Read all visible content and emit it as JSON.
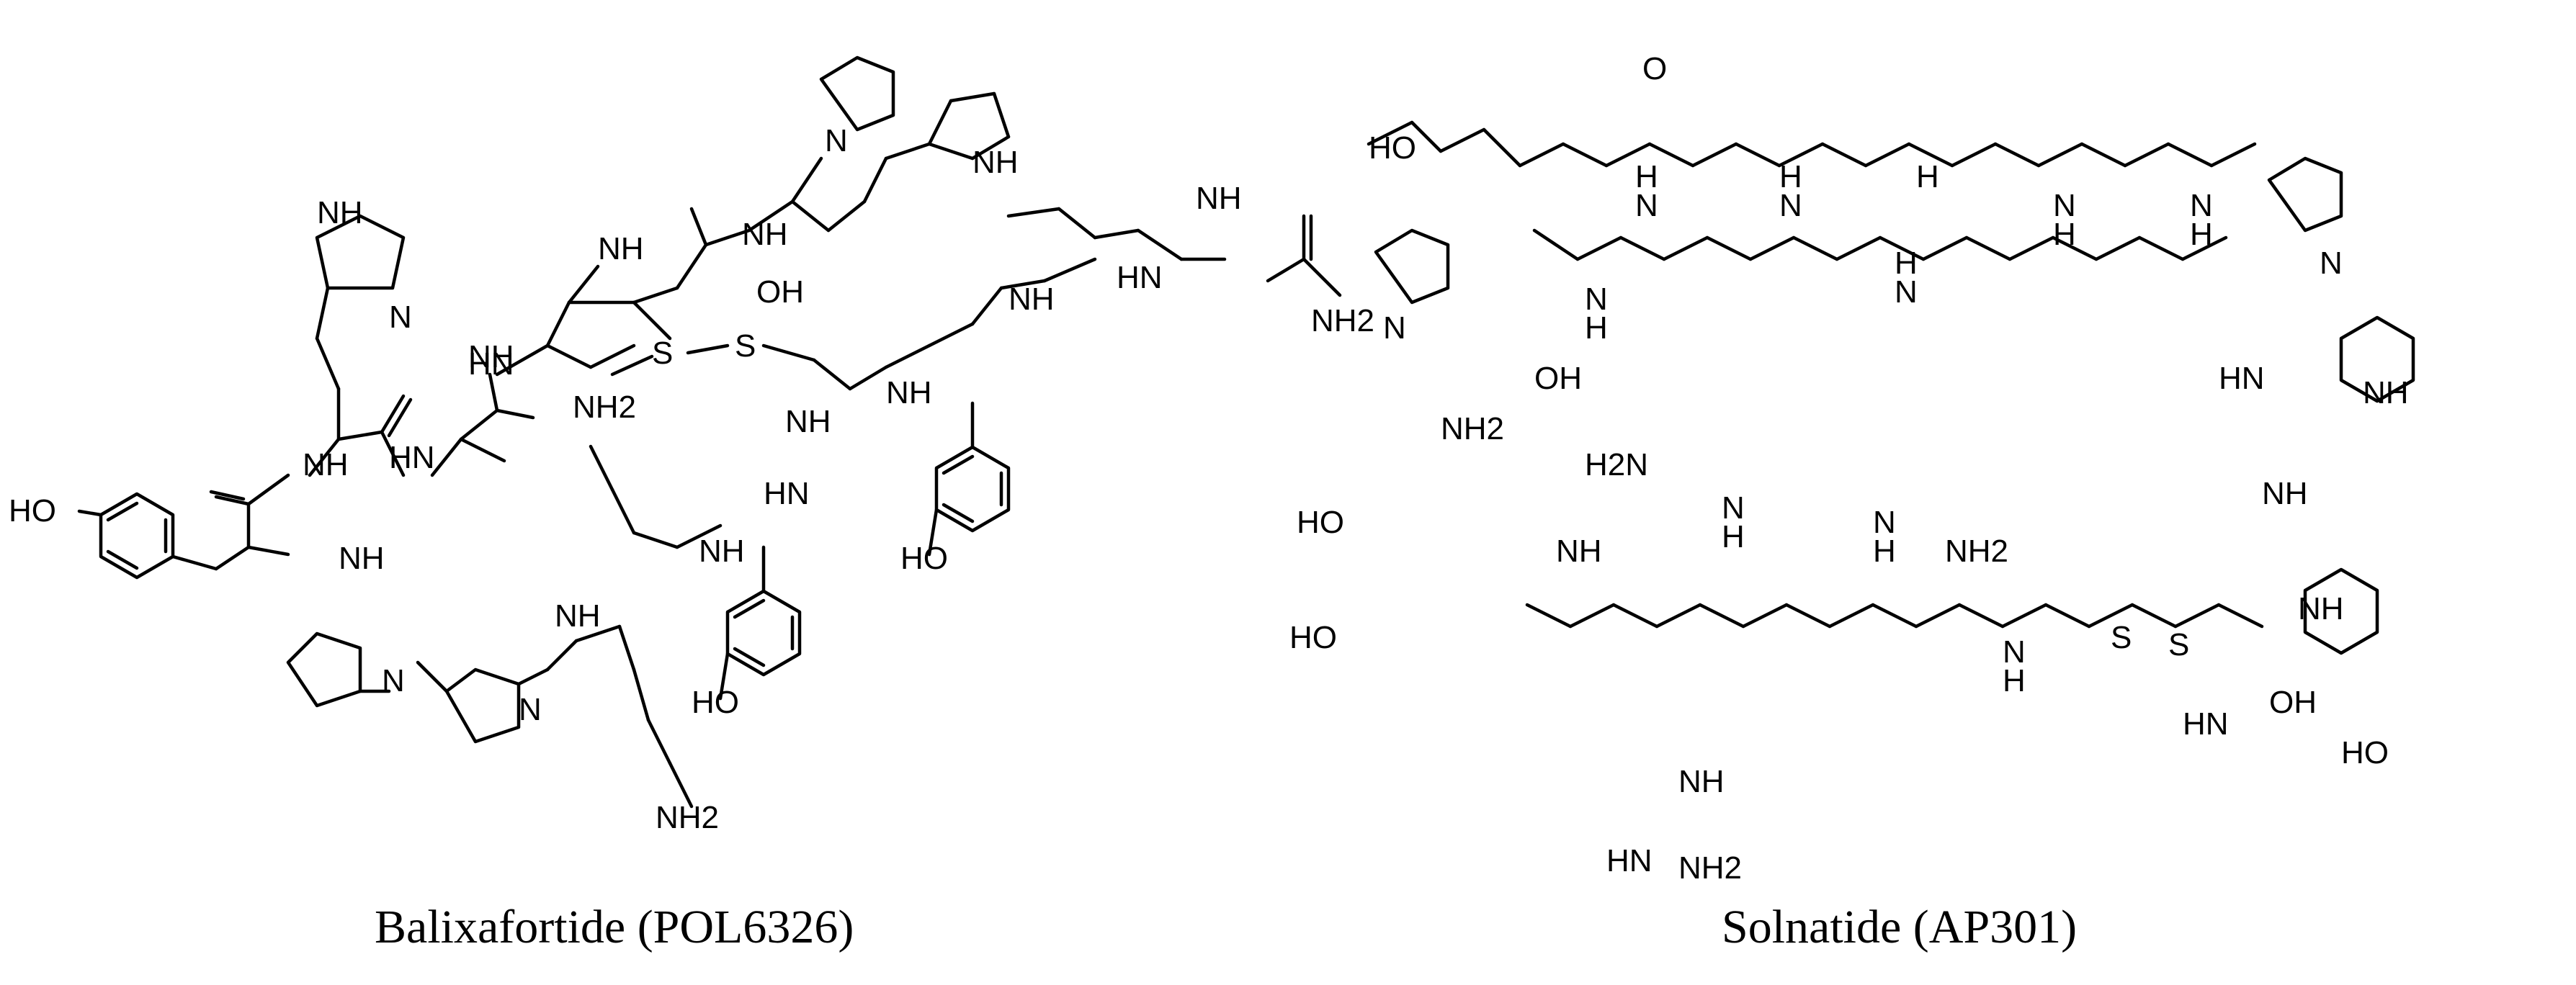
{
  "molecules": [
    {
      "caption": "Balixafortide (POL6326)",
      "labels": [
        {
          "t": "HO"
        },
        {
          "t": "NH",
          "id": "his-nh"
        },
        {
          "t": "N"
        },
        {
          "t": "NH"
        },
        {
          "t": "HN"
        },
        {
          "t": "NH"
        },
        {
          "t": "NH"
        },
        {
          "t": "N"
        },
        {
          "t": "N"
        },
        {
          "t": "HN"
        },
        {
          "t": "NH2"
        },
        {
          "t": "NH"
        },
        {
          "t": "NH"
        },
        {
          "t": "HN"
        },
        {
          "t": "NH"
        },
        {
          "t": "S"
        },
        {
          "t": "S"
        },
        {
          "t": "OH"
        },
        {
          "t": "NH"
        },
        {
          "t": "NH"
        },
        {
          "t": "N"
        },
        {
          "t": "NH"
        },
        {
          "t": "NH"
        },
        {
          "t": "HN"
        },
        {
          "t": "NH2"
        },
        {
          "t": "NH"
        },
        {
          "t": "NH"
        },
        {
          "t": "HO"
        },
        {
          "t": "HO"
        },
        {
          "t": "NH2"
        }
      ]
    },
    {
      "caption": "Solnatide (AP301)",
      "labels": [
        {
          "t": "HO"
        },
        {
          "t": "NH2"
        },
        {
          "t": "HO"
        },
        {
          "t": "O"
        },
        {
          "t": "H"
        },
        {
          "t": "N"
        },
        {
          "t": "N"
        },
        {
          "t": "H"
        },
        {
          "t": "N"
        },
        {
          "t": "H"
        },
        {
          "t": "H"
        },
        {
          "t": "N"
        },
        {
          "t": "N"
        },
        {
          "t": "H"
        },
        {
          "t": "N"
        },
        {
          "t": "H"
        },
        {
          "t": "OH"
        },
        {
          "t": "N"
        },
        {
          "t": "H"
        },
        {
          "t": "N"
        },
        {
          "t": "HN"
        },
        {
          "t": "NH"
        },
        {
          "t": "H2N"
        },
        {
          "t": "HO"
        },
        {
          "t": "NH"
        },
        {
          "t": "N"
        },
        {
          "t": "H"
        },
        {
          "t": "N"
        },
        {
          "t": "H"
        },
        {
          "t": "N"
        },
        {
          "t": "H"
        },
        {
          "t": "NH2"
        },
        {
          "t": "S"
        },
        {
          "t": "S"
        },
        {
          "t": "HN"
        },
        {
          "t": "NH"
        },
        {
          "t": "NH"
        },
        {
          "t": "OH"
        },
        {
          "t": "HO"
        },
        {
          "t": "NH"
        },
        {
          "t": "HN"
        },
        {
          "t": "NH2"
        }
      ]
    }
  ]
}
